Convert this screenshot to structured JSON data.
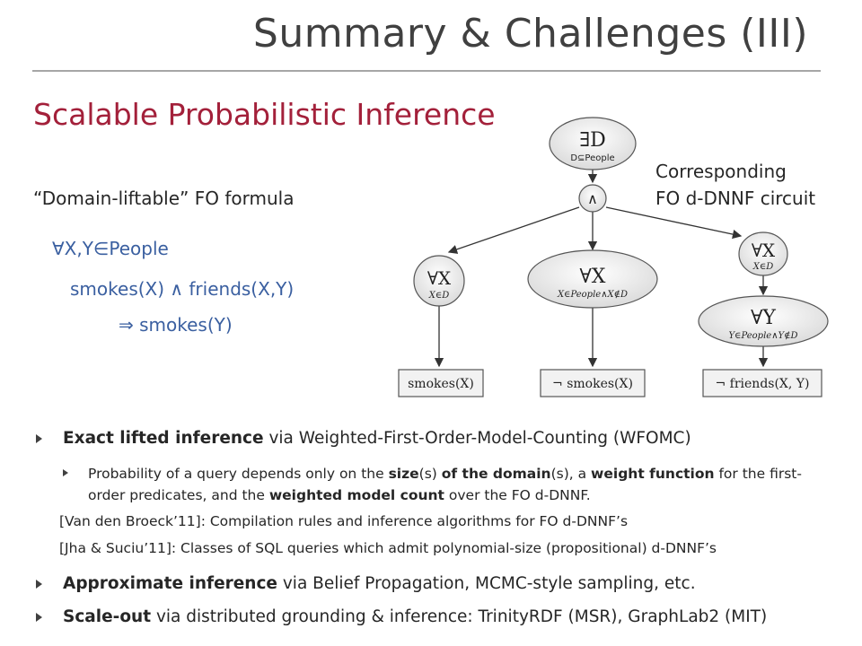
{
  "slide": {
    "title": "Summary & Challenges (III)",
    "subtitle": "Scalable Probabilistic Inference"
  },
  "formula": {
    "label": "“Domain-liftable” FO formula",
    "line1": "∀X,Y∈People",
    "line2": "smokes(X) ∧ friends(X,Y)",
    "line3": "⇒ smokes(Y)"
  },
  "circuit": {
    "caption_line1": "Corresponding",
    "caption_line2": "FO d-DNNF circuit",
    "root_symbol": "∃D",
    "root_sub": "D⊆People",
    "and_symbol": "∧",
    "forall_left_symbol": "∀X",
    "forall_left_sub": "X∈D",
    "forall_mid_symbol": "∀X",
    "forall_mid_sub": "X∈People∧X∉D",
    "forall_right_symbol": "∀X",
    "forall_right_sub": "X∈D",
    "forall_y_symbol": "∀Y",
    "forall_y_sub": "Y∈People∧Y∉D",
    "leaf_left": "smokes(X)",
    "leaf_mid": "¬ smokes(X)",
    "leaf_right": "¬ friends(X, Y)"
  },
  "bullets": {
    "b1_bold": "Exact lifted inference",
    "b1_rest": " via Weighted-First-Order-Model-Counting (WFOMC)",
    "b1_sub_a": "Probability of a query depends only on the ",
    "b1_sub_b": "size",
    "b1_sub_c": "(s) ",
    "b1_sub_d": "of the domain",
    "b1_sub_e": "(s), a ",
    "b1_sub_f": "weight function",
    "b1_sub_g": " for the first-order predicates, and the ",
    "b1_sub_h": "weighted model count",
    "b1_sub_i": " over the FO d-DNNF.",
    "ref1": "[Van den Broeck’11]: Compilation rules and inference algorithms for FO d-DNNF’s",
    "ref2": "[Jha & Suciu’11]: Classes of SQL queries which admit polynomial-size (propositional) d-DNNF’s",
    "b2_bold": "Approximate inference",
    "b2_rest": " via Belief Propagation, MCMC-style sampling, etc.",
    "b3_bold": "Scale-out",
    "b3_rest": " via distributed grounding & inference: TrinityRDF (MSR), GraphLab2 (MIT)"
  }
}
